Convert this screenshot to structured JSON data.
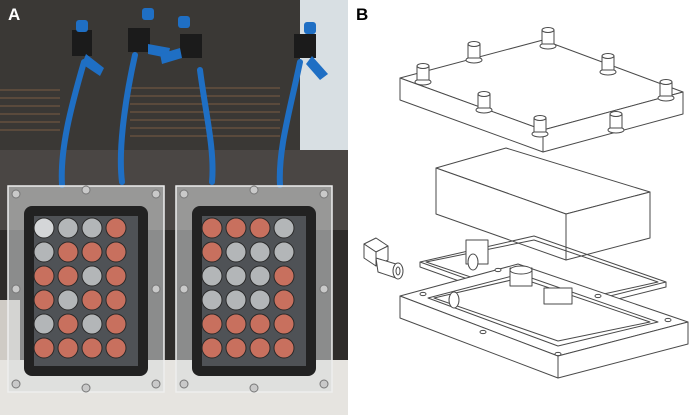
{
  "figure": {
    "panel_a": {
      "label": "A",
      "plates": [
        {
          "rows": 6,
          "cols": 4,
          "wells": [
            "w",
            "g",
            "g",
            "r",
            "g",
            "r",
            "r",
            "r",
            "r",
            "r",
            "g",
            "r",
            "r",
            "g",
            "r",
            "r",
            "g",
            "r",
            "g",
            "r",
            "r",
            "r",
            "r",
            "r"
          ]
        },
        {
          "rows": 6,
          "cols": 4,
          "wells": [
            "r",
            "r",
            "r",
            "g",
            "r",
            "g",
            "g",
            "g",
            "g",
            "g",
            "g",
            "r",
            "g",
            "g",
            "g",
            "r",
            "r",
            "r",
            "r",
            "r",
            "r",
            "r",
            "r",
            "r"
          ]
        }
      ],
      "colors": {
        "tubing": "#1f6fc4",
        "pink_well": "#c8705e",
        "grey_well": "#b3b6b8",
        "frame": "#d9dcdd"
      }
    },
    "panel_b": {
      "label": "B",
      "colors": {
        "line": "#4a4a4a",
        "fill": "#ffffff"
      }
    }
  }
}
